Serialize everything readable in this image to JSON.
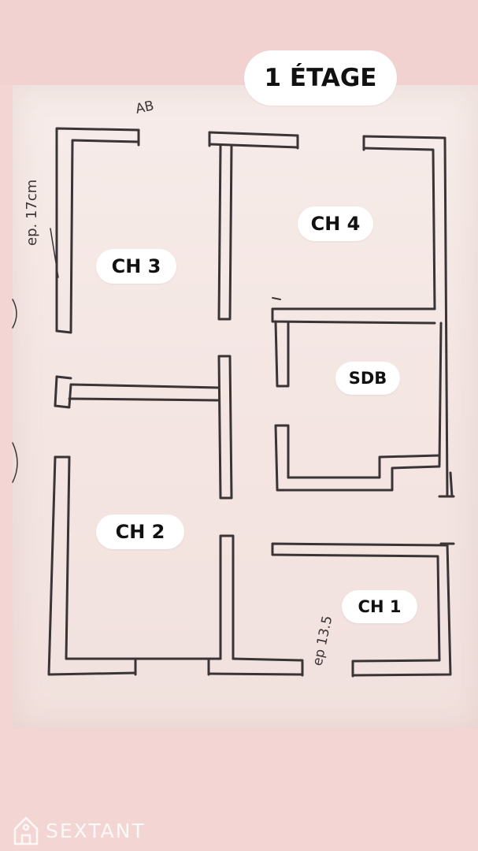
{
  "floor_title": "1 ÉTAGE",
  "rooms": [
    {
      "id": "ch4",
      "label": "CH 4"
    },
    {
      "id": "ch3",
      "label": "CH 3"
    },
    {
      "id": "sdb",
      "label": "SDB"
    },
    {
      "id": "ch2",
      "label": "CH 2"
    },
    {
      "id": "ch1",
      "label": "CH 1"
    }
  ],
  "handwritten": {
    "top_mark": "AB",
    "left_dimension": "ep. 17cm",
    "bottom_dimension": "ep 13.5"
  },
  "watermark": {
    "text": "SEXTANT",
    "icon": "house-logo-icon"
  },
  "colors": {
    "background": "#f3d5d3",
    "paper": "#f4e6e3",
    "pen": "#3a3436",
    "label_bg": "#ffffff"
  }
}
